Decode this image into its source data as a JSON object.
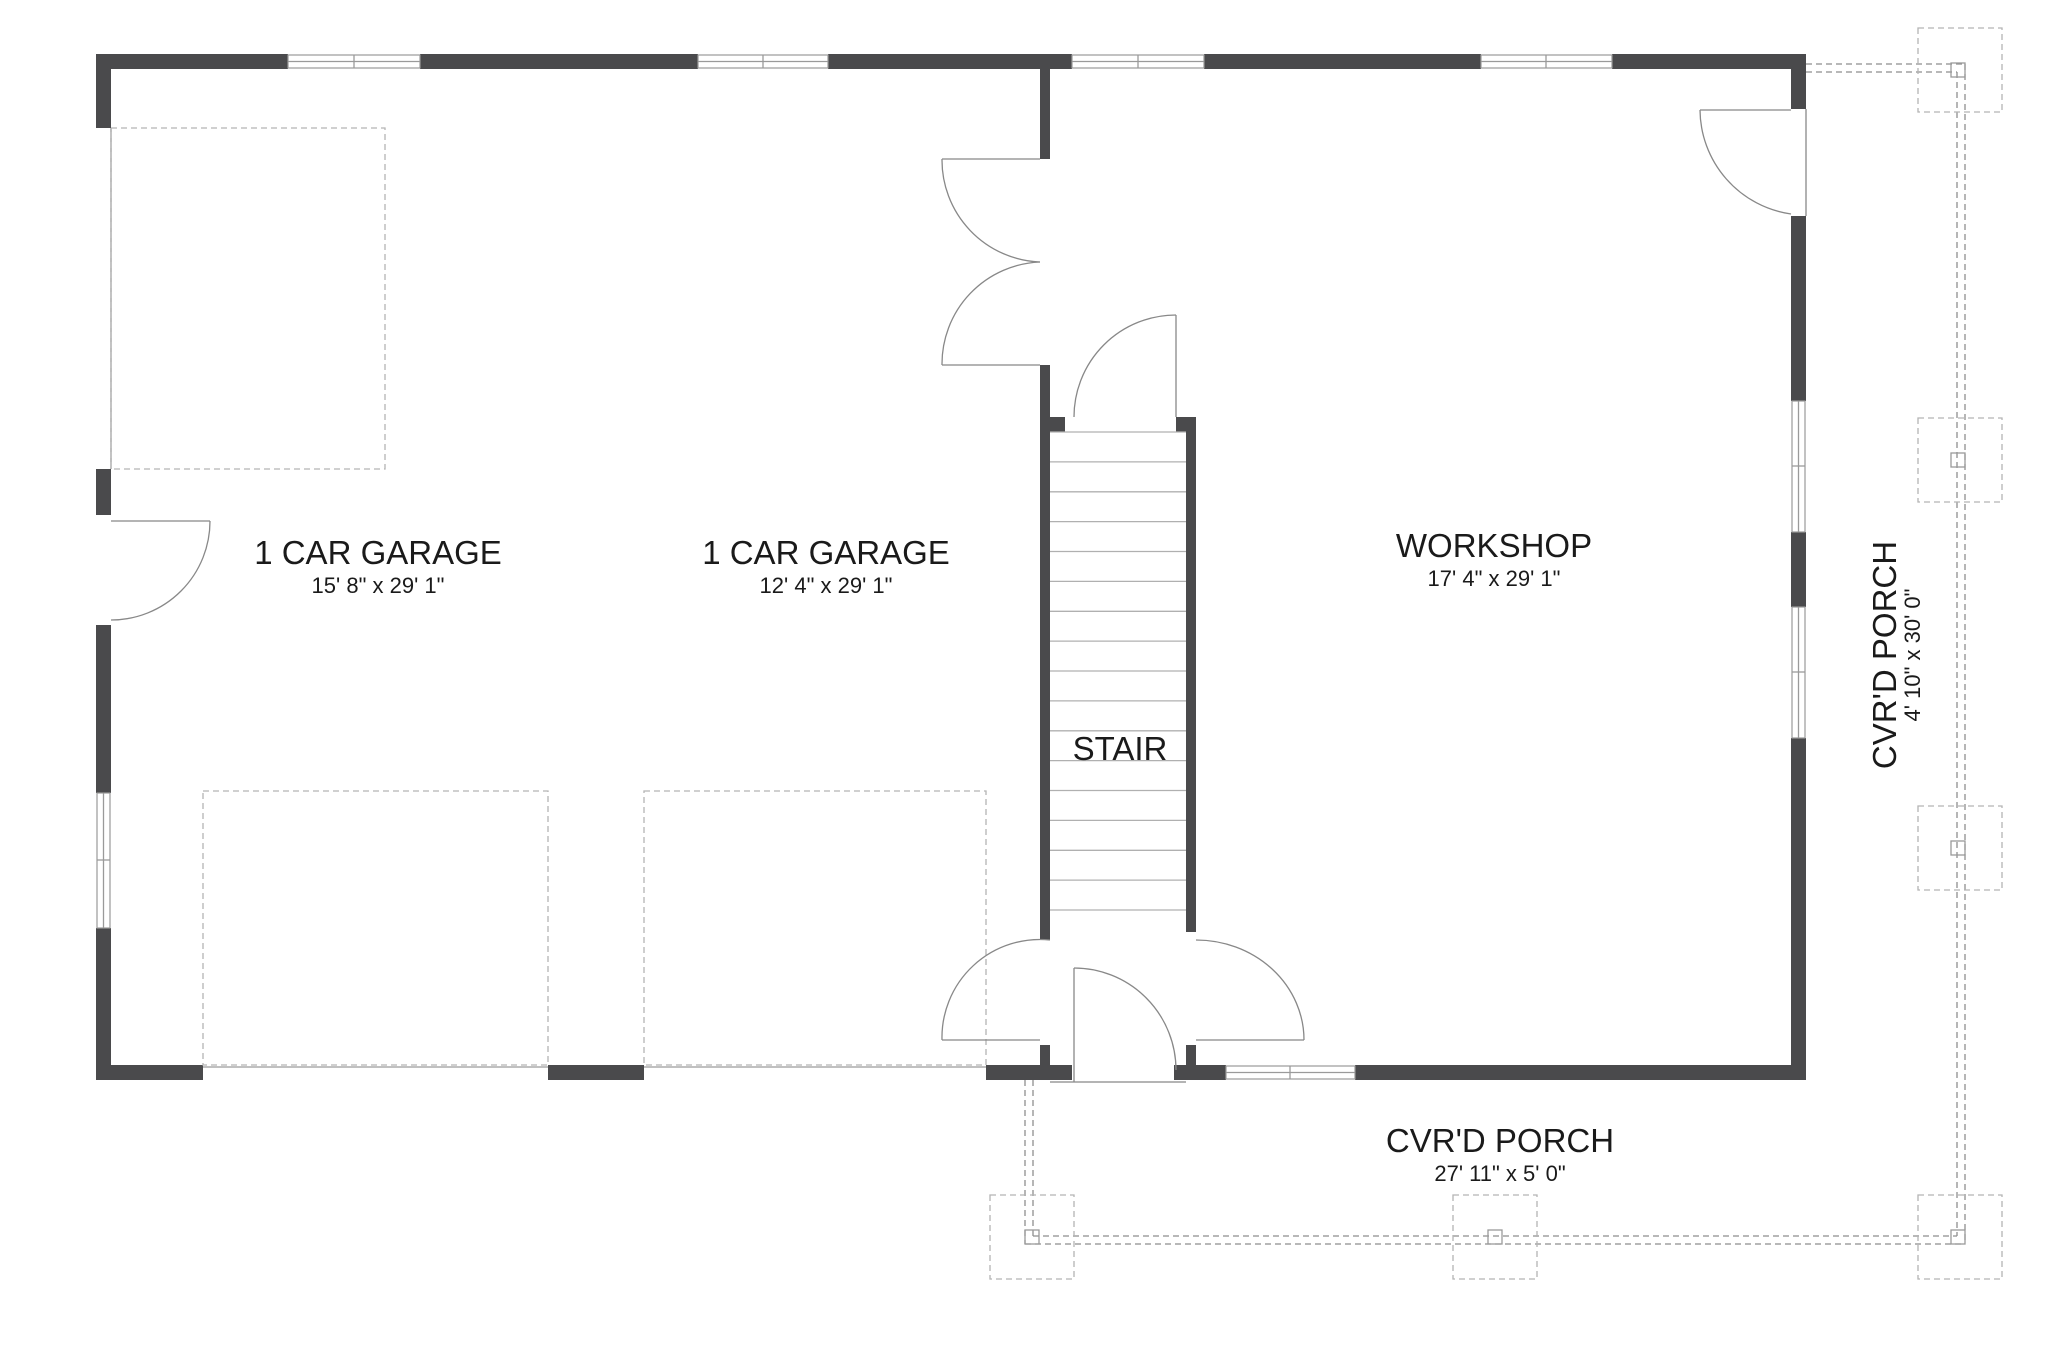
{
  "rooms": {
    "garage_1": {
      "name": "1 CAR GARAGE",
      "dims": "15' 8\" x 29' 1\""
    },
    "garage_2": {
      "name": "1 CAR GARAGE",
      "dims": "12' 4\" x 29' 1\""
    },
    "workshop": {
      "name": "WORKSHOP",
      "dims": "17' 4\" x 29' 1\""
    },
    "stair": {
      "name": "STAIR"
    },
    "porch_front": {
      "name": "CVR'D PORCH",
      "dims": "27' 11\" x 5' 0\""
    },
    "porch_side": {
      "name": "CVR'D PORCH",
      "dims": "4' 10\" x 30' 0\""
    }
  },
  "colors": {
    "wall": "#4a4a4c",
    "linework": "#9a9a9a",
    "text": "#1a1a1a",
    "background": "#ffffff"
  }
}
